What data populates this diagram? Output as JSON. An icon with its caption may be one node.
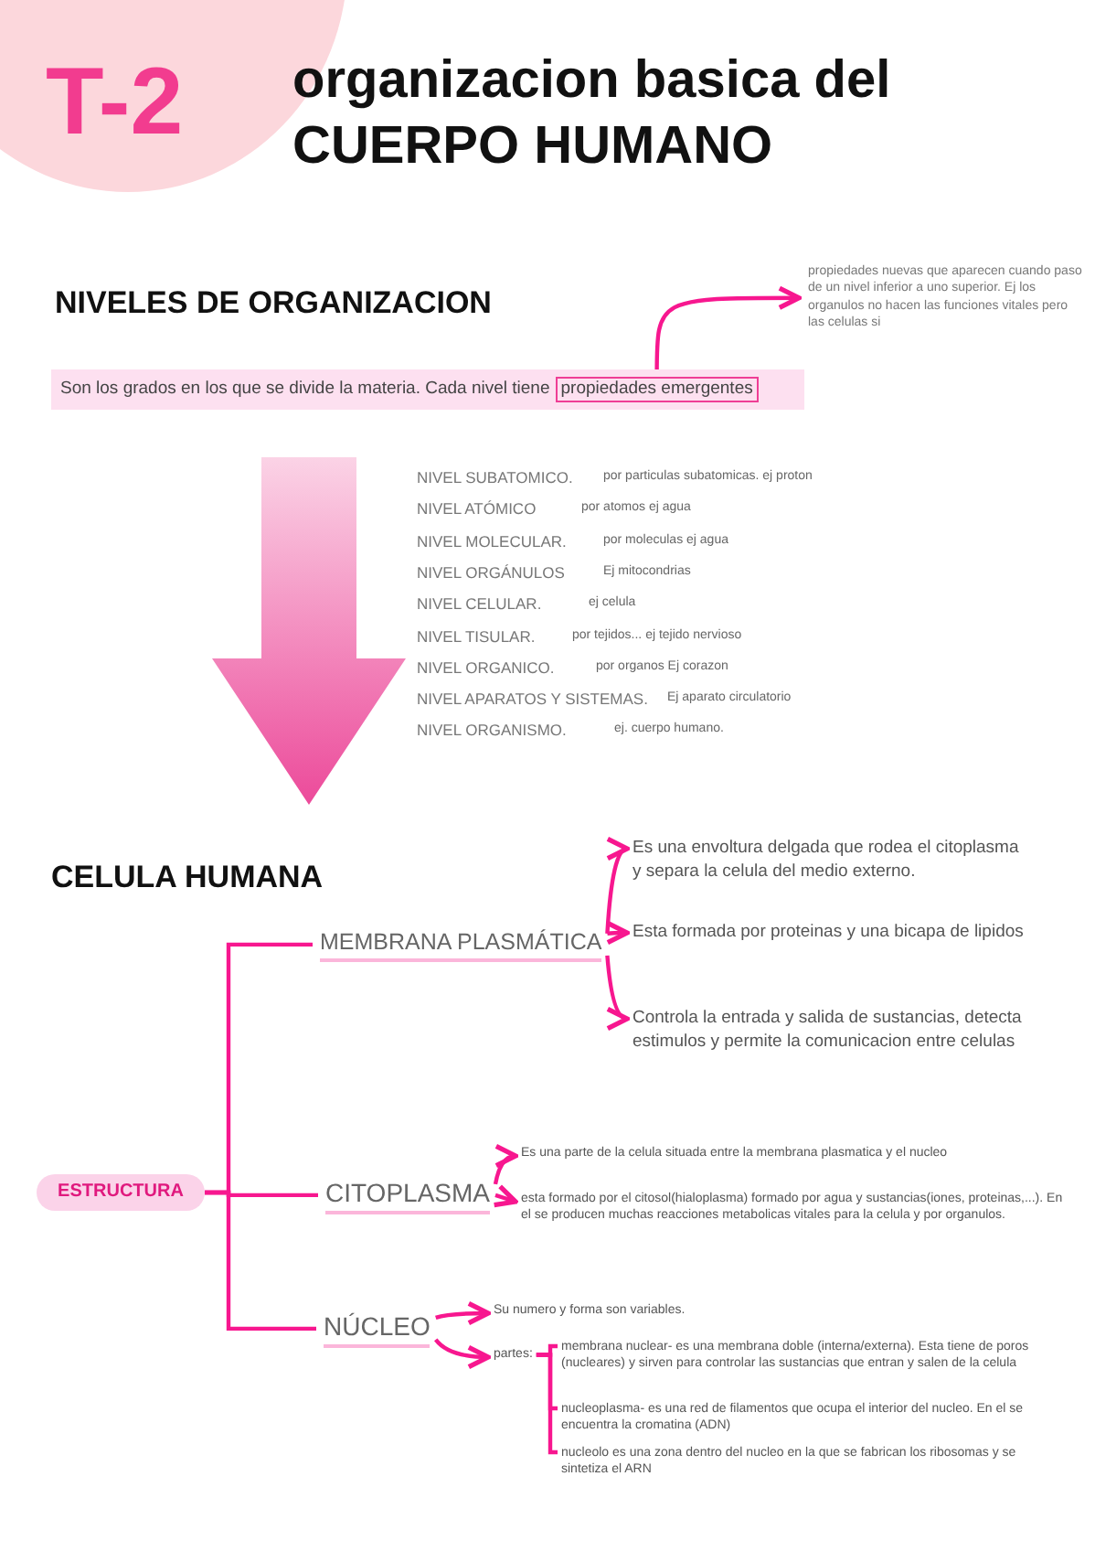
{
  "diagram": {
    "title": "organizacion basica del CUERPO HUMANO",
    "nodes": [
      {
        "text": [
          "Son los grados en los que se divide la materia. Cada nivel tiene"
        ]
      },
      {
        "text": [
          "propiedades emergentes"
        ],
        "in": 0
      },
      {
        "text": [
          "propiedades nuevas que aparecen cuando paso de un nivel inferior a uno superior. Ej los organulos no hacen las funciones vitales pero las celulas si"
        ]
      },
      {
        "text": [
          "ESTRUCTURA"
        ]
      },
      {
        "text": [
          "MEMBRANA PLASMÁTICA"
        ]
      },
      {
        "text": [
          "Es una envoltura delgada que rodea el citoplasma y separa la celula del medio externo."
        ]
      },
      {
        "text": [
          "Esta formada por proteinas y una bicapa de lipidos"
        ]
      },
      {
        "text": [
          "Controla la entrada y salida de sustancias, detecta estimulos y permite la comunicacion entre celulas"
        ]
      },
      {
        "text": [
          "CITOPLASMA"
        ]
      },
      {
        "text": [
          "Es una parte de la celula situada entre la membrana plasmatica y el nucleo"
        ]
      },
      {
        "text": [
          "esta formado por el citosol(hialoplasma) formado por agua y sustancias(iones, proteinas,...). En el se producen muchas reacciones metabolicas vitales para la celula y por organulos."
        ]
      },
      {
        "text": [
          "NÚCLEO"
        ]
      },
      {
        "text": [
          "Su numero y forma son variables."
        ]
      },
      {
        "text": [
          "partes:"
        ]
      },
      {
        "text": [
          "membrana nuclear- es una membrana doble (interna/externa). Esta tiene de poros (nucleares) y sirven para controlar las sustancias que entran y salen de la celula"
        ]
      },
      {
        "text": [
          "nucleoplasma- es una red de filamentos que ocupa el interior del nucleo. En el se encuentra la cromatina (ADN)"
        ]
      },
      {
        "text": [
          "nucleolo es una zona dentro del nucleo en la que se fabrican los ribosomas y se sintetiza el ARN"
        ]
      }
    ],
    "edges": [
      {
        "from": 1,
        "to": 2,
        "arrow": "to"
      },
      {
        "from": 3,
        "to": 4,
        "arrow": "none"
      },
      {
        "from": 3,
        "to": 8,
        "arrow": "none"
      },
      {
        "from": 3,
        "to": 11,
        "arrow": "none"
      },
      {
        "from": 4,
        "to": 5,
        "arrow": "to"
      },
      {
        "from": 4,
        "to": 6,
        "arrow": "to"
      },
      {
        "from": 4,
        "to": 7,
        "arrow": "to"
      },
      {
        "from": 8,
        "to": 9,
        "arrow": "to"
      },
      {
        "from": 8,
        "to": 10,
        "arrow": "to"
      },
      {
        "from": 11,
        "to": 12,
        "arrow": "to"
      },
      {
        "from": 11,
        "to": 13,
        "arrow": "to"
      },
      {
        "from": 13,
        "to": 14,
        "arrow": "none"
      },
      {
        "from": 13,
        "to": 15,
        "arrow": "none"
      },
      {
        "from": 13,
        "to": 16,
        "arrow": "none"
      }
    ],
    "labels": [
      "T-2",
      "NIVELES DE ORGANIZACION",
      "NIVEL SUBATOMICO.",
      "por particulas subatomicas. ej proton",
      "NIVEL ATÓMICO",
      "por atomos ej agua",
      "NIVEL MOLECULAR.",
      "por moleculas ej agua",
      "NIVEL ORGÁNULOS",
      "Ej mitocondrias",
      "NIVEL CELULAR.",
      "ej celula",
      "NIVEL TISULAR.",
      "por tejidos... ej tejido nervioso",
      "NIVEL ORGANICO.",
      "por organos Ej corazon",
      "NIVEL APARATOS Y SISTEMAS.",
      "Ej aparato circulatorio",
      "NIVEL ORGANISMO.",
      "ej. cuerpo humano.",
      "CELULA HUMANA"
    ]
  }
}
